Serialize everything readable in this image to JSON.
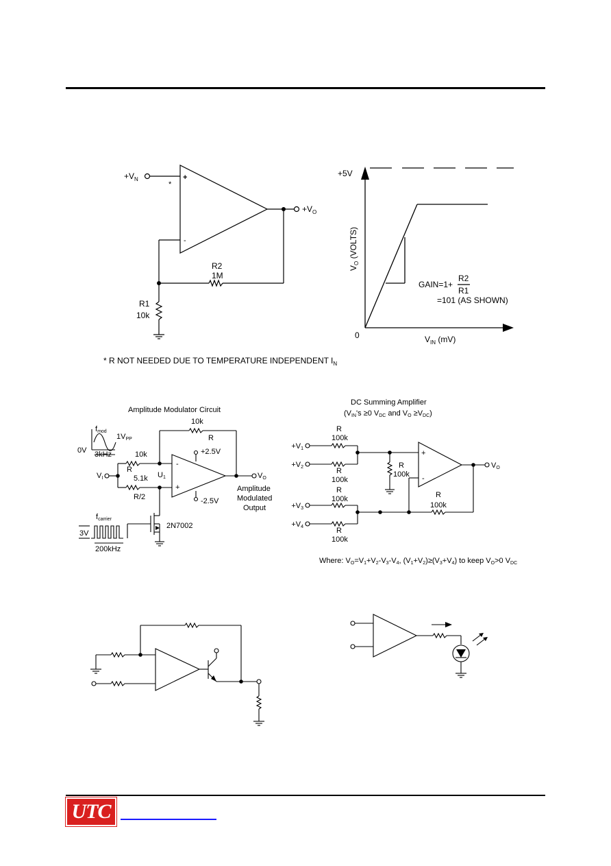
{
  "header": {
    "rule": true
  },
  "fig1": {
    "vin_label": "+V",
    "vin_sub": "N",
    "vout_label": "+V",
    "vout_sub": "O",
    "star": "*",
    "plus": "+",
    "minus": "-",
    "r2_name": "R2",
    "r2_value": "1M",
    "r1_name": "R1",
    "r1_value": "10k",
    "footnote": "* R NOT NEEDED DUE TO TEMPERATURE INDEPENDENT I",
    "footnote_sub": "N"
  },
  "graph1": {
    "ymax_label": "+5V",
    "origin_label": "0",
    "ylabel": "V",
    "ylabel_sub": "O",
    "ylabel_rest": " (VOLTS)",
    "xlabel": "V",
    "xlabel_sub": "IN",
    "xlabel_rest": " (mV)",
    "gain_prefix": "GAIN=1+",
    "gain_num": "R2",
    "gain_den": "R1",
    "gain_value": "=101 (AS SHOWN)"
  },
  "am": {
    "title": "Amplitude Modulator Circuit",
    "fmod": "f",
    "fmod_sub": "mod",
    "vpp": "1V",
    "vpp_sub": "PP",
    "zero_v": "0V",
    "freq_mod": "3kHz",
    "r_top_val": "10k",
    "r_top_name": "R",
    "r_in_val": "10k",
    "r_in_name": "R",
    "r_half_val": "5.1k",
    "r_half_name": "R/2",
    "vi": "V",
    "vi_sub": "I",
    "u1": "U",
    "u1_sub": "1",
    "vpos": "+2.5V",
    "vneg": "-2.5V",
    "vo": "V",
    "vo_sub": "O",
    "output_l1": "Amplitude",
    "output_l2": "Modulated",
    "output_l3": "Output",
    "fcarrier": "f",
    "fcarrier_sub": "carrier",
    "v3": "3V",
    "freq_car": "200kHz",
    "fet": "2N7002",
    "plus": "+",
    "minus": "-"
  },
  "sum": {
    "title": "DC Summing Amplifier",
    "subtitle": "(V",
    "subtitle_sub": "IN",
    "subtitle_rest": "'s ≥0 V",
    "subtitle_dc": "DC",
    "subtitle_and": " and V",
    "subtitle_o": "O",
    "subtitle_end": " ≥V",
    "subtitle_dc2": "DC",
    "subtitle_close": ")",
    "r_label": "R",
    "r_val": "100k",
    "v1": "+V",
    "v1_sub": "1",
    "v2": "+V",
    "v2_sub": "2",
    "v3": "+V",
    "v3_sub": "3",
    "v4": "+V",
    "v4_sub": "4",
    "vo": "V",
    "vo_sub": "O",
    "plus": "+",
    "minus": "-",
    "where": "Where: V",
    "where_o": "O",
    "where_eq": "=V",
    "where_1": "1",
    "where_m2": "+V",
    "where_2": "2",
    "where_m3": "-V",
    "where_3": "3",
    "where_m4": "-V",
    "where_4": "4",
    "where_cond": ", (V",
    "where_c1": "1",
    "where_cp": "+V",
    "where_c2": "2",
    "where_cge": ")≥(V",
    "where_c3": "3",
    "where_cp2": "+V",
    "where_c4": "4",
    "where_keep": ") to keep V",
    "where_ko": "O",
    "where_kge": ">0 V",
    "where_kdc": "DC"
  },
  "footer": {
    "logo": "UTC"
  }
}
